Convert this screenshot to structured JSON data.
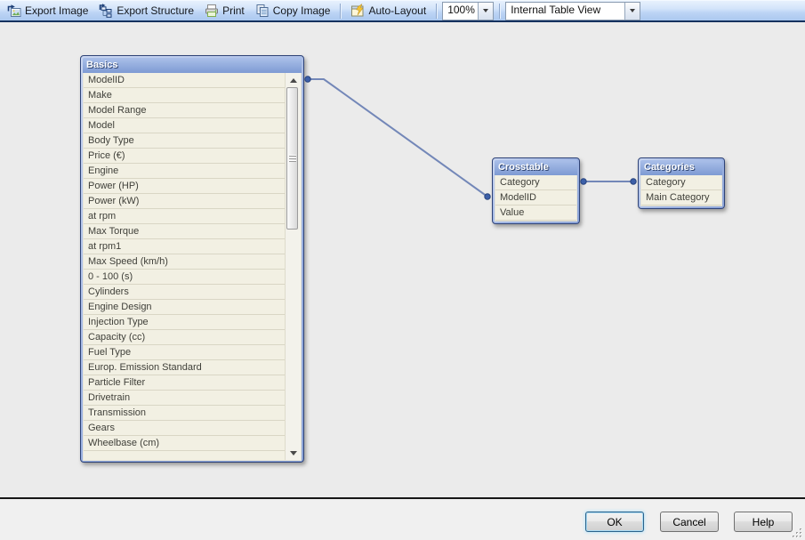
{
  "toolbar": {
    "buttons": [
      {
        "label": "Export Image",
        "icon": "export-image-icon"
      },
      {
        "label": "Export Structure",
        "icon": "export-structure-icon"
      },
      {
        "label": "Print",
        "icon": "print-icon"
      },
      {
        "label": "Copy Image",
        "icon": "copy-image-icon"
      },
      {
        "label": "Auto-Layout",
        "icon": "auto-layout-icon"
      }
    ],
    "zoom_select": {
      "value": "100%"
    },
    "view_select": {
      "value": "Internal Table View"
    }
  },
  "tables": [
    {
      "name": "Basics",
      "has_scrollbar": true,
      "fields": [
        "ModelID",
        "Make",
        "Model Range",
        "Model",
        "Body Type",
        "Price (€)",
        "Engine",
        "Power (HP)",
        "Power (kW)",
        "at rpm",
        "Max Torque",
        "at rpm1",
        "Max Speed (km/h)",
        "0 - 100 (s)",
        "Cylinders",
        "Engine Design",
        "Injection Type",
        "Capacity (cc)",
        "Fuel Type",
        "Europ. Emission Standard",
        "Particle Filter",
        "Drivetrain",
        "Transmission",
        "Gears",
        "Wheelbase (cm)"
      ]
    },
    {
      "name": "Crosstable",
      "has_scrollbar": false,
      "fields": [
        "Category",
        "ModelID",
        "Value"
      ]
    },
    {
      "name": "Categories",
      "has_scrollbar": false,
      "fields": [
        "Category",
        "Main Category"
      ]
    }
  ],
  "connections": [
    {
      "from": "Basics.ModelID",
      "to": "Crosstable.ModelID"
    },
    {
      "from": "Crosstable.Category",
      "to": "Categories.Category"
    }
  ],
  "footer": {
    "ok_label": "OK",
    "cancel_label": "Cancel",
    "help_label": "Help"
  },
  "colors": {
    "toolbar_border": "#15325f",
    "table_header_blue": "#7e9bd3",
    "table_body_cream": "#f2f0e3",
    "connector_line": "#7387b8",
    "connector_dot": "#3c5fa8",
    "canvas_bg": "#ebebeb"
  }
}
